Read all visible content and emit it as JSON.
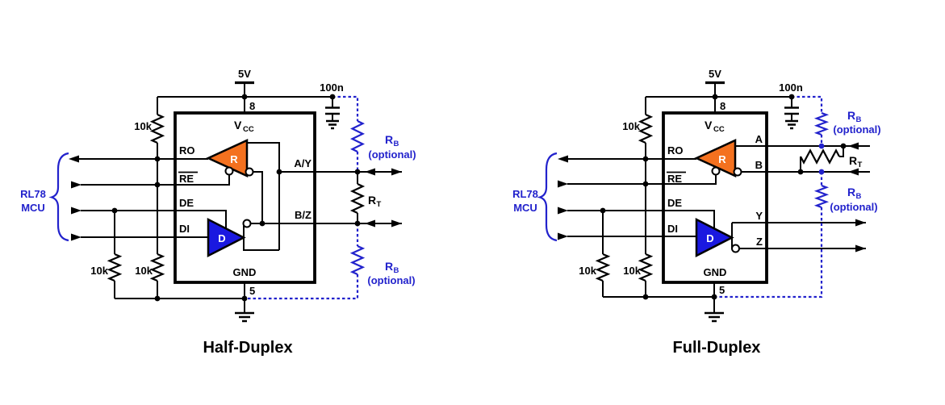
{
  "colors": {
    "blue": "#2222CC",
    "orange": "#F4711F",
    "driver_blue": "#1A18E0",
    "wire": "#000000"
  },
  "half": {
    "title": "Half-Duplex",
    "mcu1": "RL78",
    "mcu2": "MCU",
    "supply": "5V",
    "cap": "100n",
    "pin_top": "8",
    "pin_bottom": "5",
    "vcc": "V",
    "vcc_sub": "CC",
    "gnd": "GND",
    "ro": "RO",
    "re": "RE",
    "de": "DE",
    "di": "DI",
    "ay": "A/Y",
    "bz": "B/Z",
    "r": "R",
    "d": "D",
    "pullup": "10k",
    "pd1": "10k",
    "pd2": "10k",
    "rt": "R",
    "rt_sub": "T",
    "rb": "R",
    "rb_sub": "B",
    "opt": "(optional)"
  },
  "full": {
    "title": "Full-Duplex",
    "mcu1": "RL78",
    "mcu2": "MCU",
    "supply": "5V",
    "cap": "100n",
    "pin_top": "8",
    "pin_bottom": "5",
    "vcc": "V",
    "vcc_sub": "CC",
    "gnd": "GND",
    "ro": "RO",
    "re": "RE",
    "de": "DE",
    "di": "DI",
    "a": "A",
    "b": "B",
    "y": "Y",
    "z": "Z",
    "r": "R",
    "d": "D",
    "pullup": "10k",
    "pd1": "10k",
    "pd2": "10k",
    "rt": "R",
    "rt_sub": "T",
    "rb": "R",
    "rb_sub": "B",
    "opt": "(optional)"
  }
}
